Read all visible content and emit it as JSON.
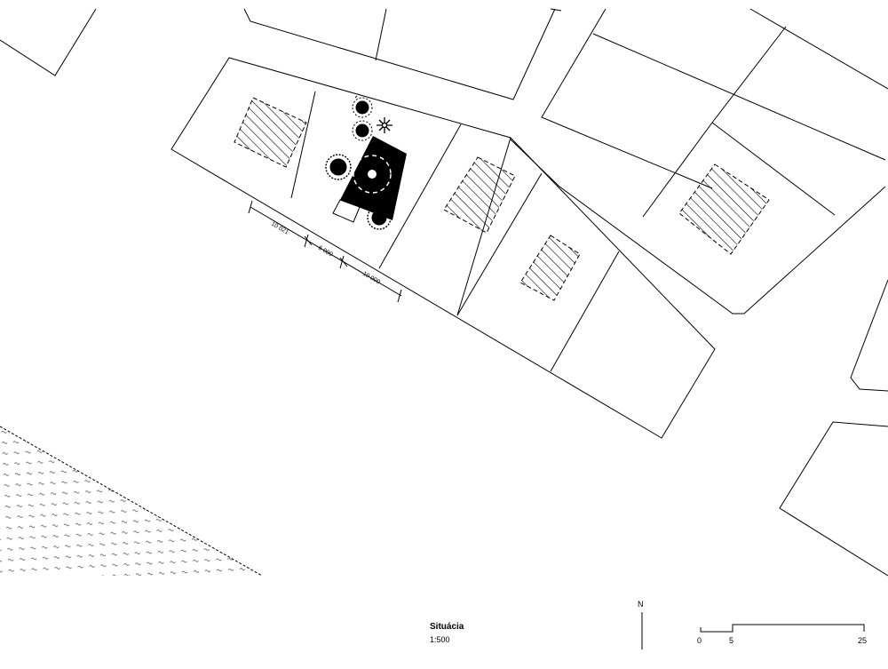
{
  "drawing": {
    "title": "Situácia",
    "scale": "1:500",
    "north_label": "N",
    "scale_bar_labels": [
      "0",
      "5",
      "25"
    ]
  },
  "dimensions": [
    "10 021",
    "6 000",
    "10 000"
  ],
  "icons": {
    "tree": "tree-symbol-icon",
    "north": "north-arrow-icon"
  },
  "colors": {
    "line": "#000000",
    "background": "#ffffff"
  }
}
